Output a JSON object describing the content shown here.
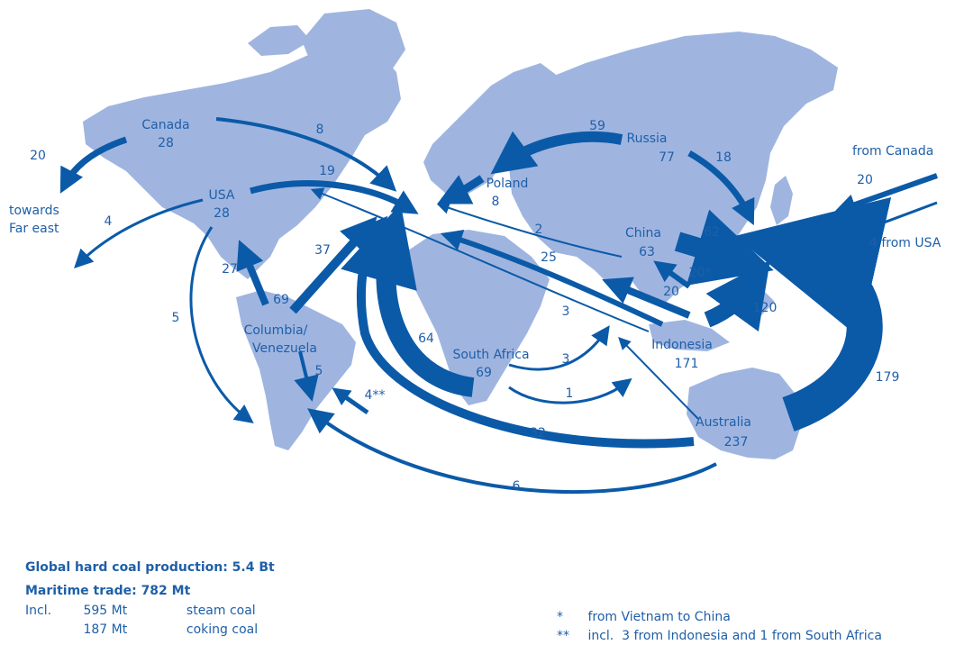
{
  "map": {
    "land_color": "#9fb5e0",
    "flow_color": "#0b5aa8",
    "regions": [
      {
        "id": "canada",
        "name": "Canada",
        "value": "28"
      },
      {
        "id": "usa",
        "name": "USA",
        "value": "28"
      },
      {
        "id": "russia",
        "name": "Russia",
        "value": "77"
      },
      {
        "id": "poland",
        "name": "Poland",
        "value": "8"
      },
      {
        "id": "china",
        "name": "China",
        "value": "63"
      },
      {
        "id": "south-africa",
        "name": "South Africa",
        "value": "69"
      },
      {
        "id": "indonesia",
        "name": "Indonesia",
        "value": "171"
      },
      {
        "id": "australia",
        "name": "Australia",
        "value": "237"
      },
      {
        "id": "colombia",
        "name_line1": "Columbia/",
        "name_line2": "Venezuela"
      }
    ],
    "annotations": {
      "towards_line1": "towards",
      "towards_line2": "Far east",
      "from_canada": "from Canada",
      "from_usa": "4 from USA"
    },
    "flows": [
      {
        "id": "canada-far-east",
        "label": "20"
      },
      {
        "id": "usa-far-east",
        "label": "4"
      },
      {
        "id": "canada-europe",
        "label": "8"
      },
      {
        "id": "usa-europe",
        "label": "19"
      },
      {
        "id": "usa-south-america",
        "label": "5"
      },
      {
        "id": "russia-europe",
        "label": "59"
      },
      {
        "id": "russia-japan",
        "label": "18"
      },
      {
        "id": "poland-europe",
        "label": ""
      },
      {
        "id": "canada-japan",
        "label": "20"
      },
      {
        "id": "usa-japan",
        "label": ""
      },
      {
        "id": "china-japan",
        "label": "62"
      },
      {
        "id": "vietnam-china",
        "label": "20*"
      },
      {
        "id": "indonesia-china",
        "label": "20"
      },
      {
        "id": "china-europe",
        "label": "2"
      },
      {
        "id": "indonesia-europe",
        "label": "25"
      },
      {
        "id": "indonesia-usa",
        "label": "3"
      },
      {
        "id": "indonesia-east-asia",
        "label": "120"
      },
      {
        "id": "australia-east-asia",
        "label": "179"
      },
      {
        "id": "australia-europe",
        "label": "32"
      },
      {
        "id": "australia-south-america",
        "label": "6"
      },
      {
        "id": "australia-india",
        "label": ""
      },
      {
        "id": "south-africa-europe",
        "label": "64"
      },
      {
        "id": "south-africa-india",
        "label": "3"
      },
      {
        "id": "south-africa-asia",
        "label": "1"
      },
      {
        "id": "colombia-usa",
        "label": "27"
      },
      {
        "id": "colombia-europe-69",
        "label": "69"
      },
      {
        "id": "colombia-europe-37",
        "label": "37"
      },
      {
        "id": "colombia-south-america",
        "label": "5"
      },
      {
        "id": "other-south-america",
        "label": "4**"
      }
    ]
  },
  "summary": {
    "production": "Global hard coal production: 5.4 Bt",
    "maritime": "Maritime trade: 782 Mt",
    "incl": "Incl.",
    "steam_amount": "595 Mt",
    "steam_label": "steam coal",
    "coking_amount": "187 Mt",
    "coking_label": "coking coal"
  },
  "footnotes": {
    "one_mark": "*",
    "one_text": "from Vietnam to China",
    "two_mark": "**",
    "two_text": "incl.  3 from Indonesia and 1 from South Africa"
  }
}
